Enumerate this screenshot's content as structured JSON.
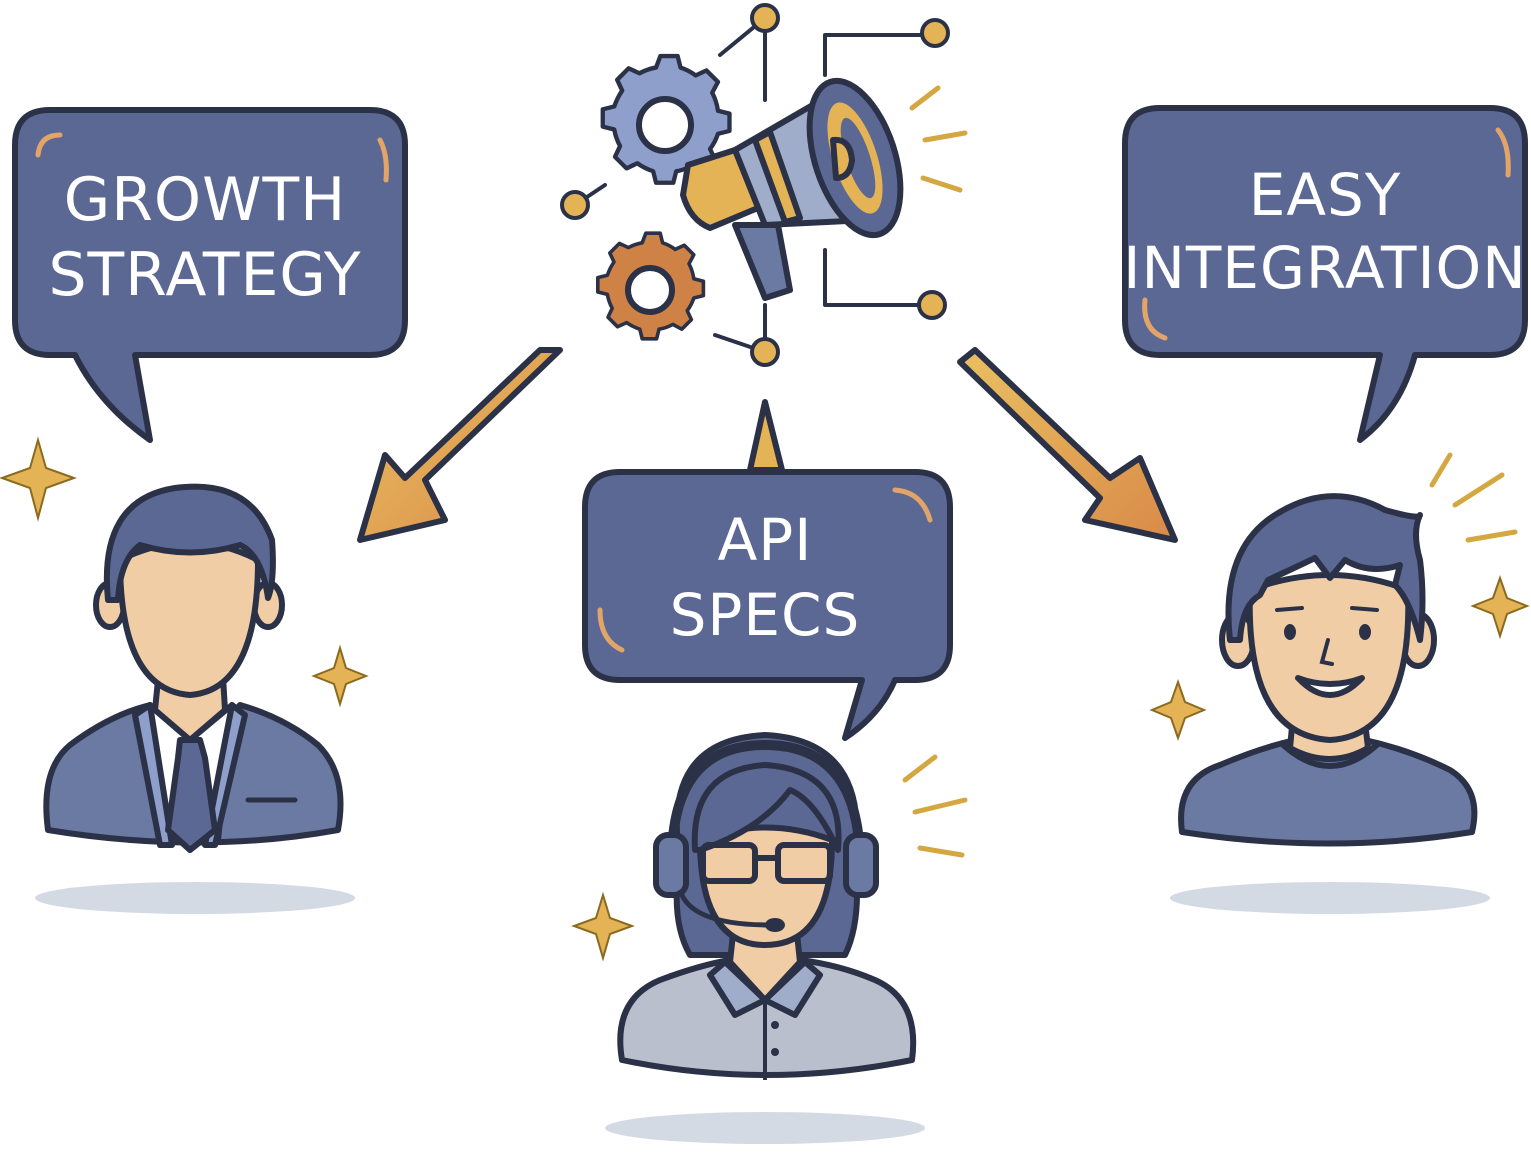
{
  "bubbles": {
    "left": {
      "line1": "GROWTH",
      "line2": "STRATEGY"
    },
    "center": {
      "line1": "API",
      "line2": "SPECS"
    },
    "right": {
      "line1": "EASY",
      "line2": "INTEGRATION"
    }
  },
  "icons": {
    "hub": [
      "gear-icon",
      "gear-icon",
      "megaphone-icon",
      "network-node-icon"
    ],
    "people": [
      "businessman-avatar",
      "support-agent-avatar",
      "developer-avatar"
    ],
    "decor": [
      "sparkle-icon",
      "arrow-icon"
    ]
  },
  "colors": {
    "bubble": "#5c6894",
    "ink": "#2b3147",
    "gold": "#e3b355",
    "orange": "#cf8246",
    "skin": "#f1cda6",
    "suit": "#6b7aa3",
    "shadow": "#c9d1dd"
  }
}
